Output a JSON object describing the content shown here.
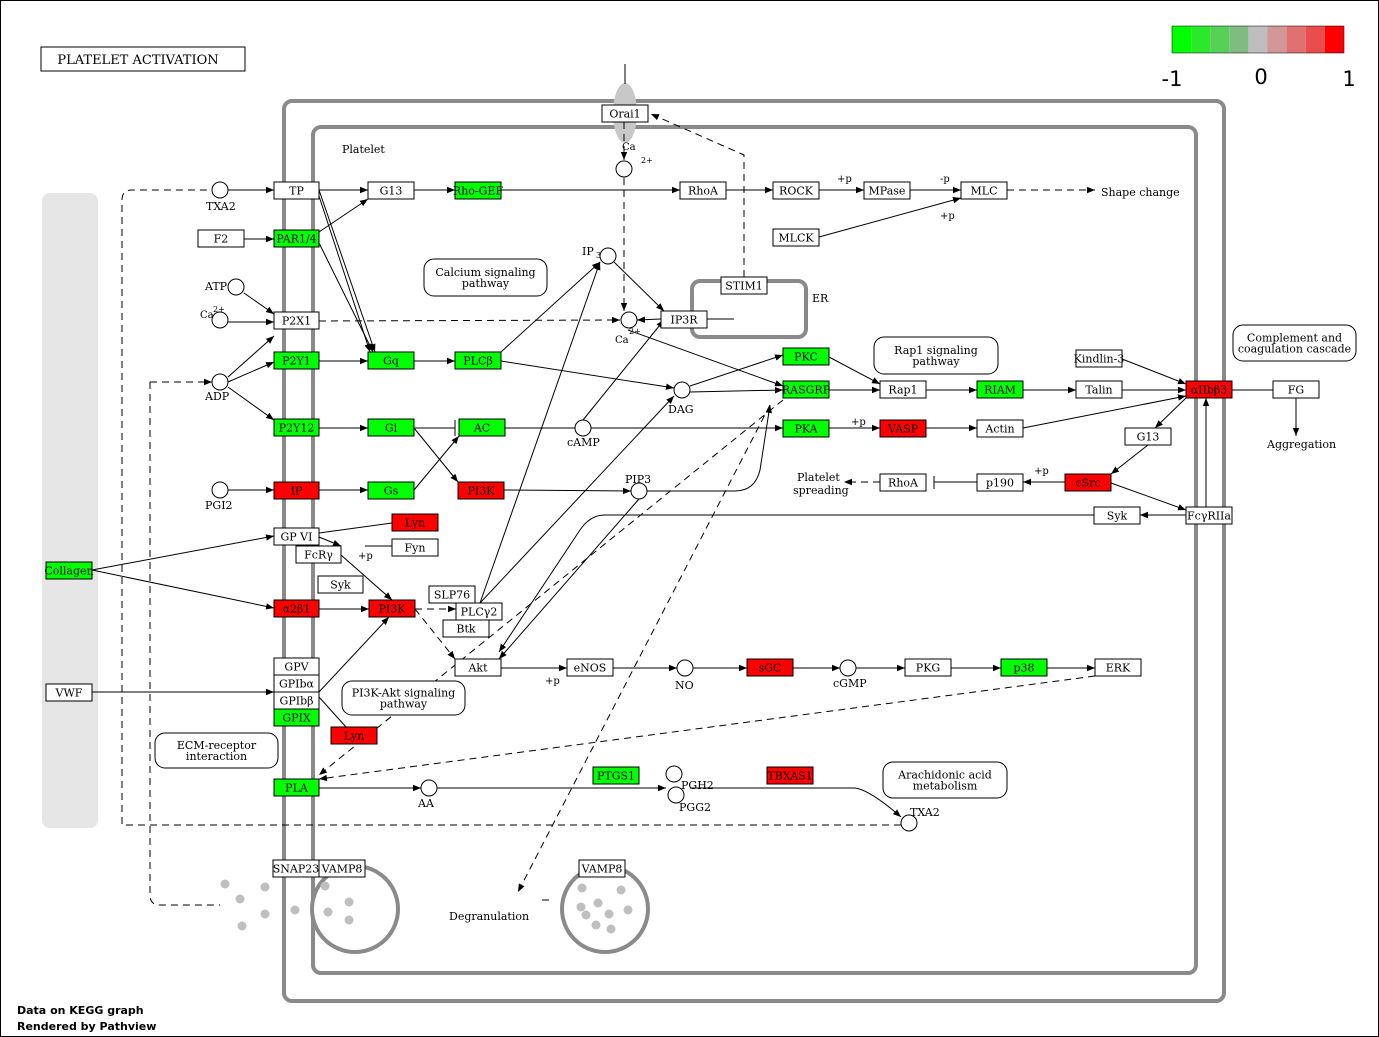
{
  "title": "PLATELET ACTIVATION",
  "legend": {
    "colors": [
      "#00ff00",
      "#2be82b",
      "#55d155",
      "#80bb80",
      "#bebebe",
      "#d49797",
      "#e07171",
      "#ea4b4b",
      "#ff0000"
    ],
    "ticks": [
      "-1",
      "0",
      "1"
    ]
  },
  "footer": {
    "line1": "Data on KEGG graph",
    "line2": "Rendered by Pathview"
  },
  "labels": {
    "platelet": "Platelet",
    "er": "ER",
    "ca_top": "Ca",
    "ca_mid": "Ca",
    "sup2plus": "2+",
    "ca_left": "Ca",
    "txa2_left": "TXA2",
    "atp": "ATP",
    "adp": "ADP",
    "pgi2": "PGI2",
    "ip3": "IP",
    "ip3_sub": "3",
    "dag": "DAG",
    "camp": "cAMP",
    "pip3": "PIP3",
    "no": "NO",
    "cgmp": "cGMP",
    "aa": "AA",
    "pgh2": "PGH2",
    "pgg2": "PGG2",
    "txa2_bottom": "TXA2",
    "shape_change": "Shape change",
    "aggregation": "Aggregation",
    "spreading1": "Platelet",
    "spreading2": "spreading",
    "degranulation": "Degranulation",
    "p_plus1": "+p",
    "p_minus": "-p",
    "p_plus2": "+p",
    "p_plus3": "+p",
    "p_plus4": "+p",
    "p_plus5": "+p",
    "p_plus6": "+p"
  },
  "pathways": {
    "calcium": [
      "Calcium signaling",
      "pathway"
    ],
    "rap1": [
      "Rap1 signaling",
      "pathway"
    ],
    "complement": [
      "Complement and",
      "coagulation cascade"
    ],
    "pi3k": [
      "PI3K-Akt signaling",
      "pathway"
    ],
    "ecm": [
      "ECM-receptor",
      "interaction"
    ],
    "arachidonic": [
      "Arachidonic acid",
      "metabolism"
    ]
  },
  "genes": {
    "orai1": "Orai1",
    "tp": "TP",
    "g13_top": "G13",
    "rhogef": "Rho-GEF",
    "rhoa_top": "RhoA",
    "rock": "ROCK",
    "mpase": "MPase",
    "mlc": "MLC",
    "f2": "F2",
    "par14": "PAR1/4",
    "mlck": "MLCK",
    "stim1": "STIM1",
    "p2x1": "P2X1",
    "ip3r": "IP3R",
    "p2y1": "P2Y1",
    "gq": "Gq",
    "plcb": "PLCβ",
    "pkc": "PKC",
    "rasgrp": "RASGRP",
    "rap1": "Rap1",
    "riam": "RIAM",
    "talin": "Talin",
    "kindlin3": "Kindlin-3",
    "aiib3": "αIIbβ3",
    "fg": "FG",
    "p2y12": "P2Y12",
    "gi": "Gi",
    "ac": "AC",
    "pka": "PKA",
    "vasp": "VASP",
    "actin": "Actin",
    "g13_right": "G13",
    "ip": "IP",
    "gs": "Gs",
    "pi3k_top": "PI3K",
    "rhoa_mid": "RhoA",
    "p190": "p190",
    "csrc": "cSrc",
    "syk_right": "Syk",
    "fcgr2a": "FcγRIIa",
    "gpvi": "GP VI",
    "lyn_top": "Lyn",
    "fcrg": "FcRγ",
    "fyn": "Fyn",
    "syk_left": "Syk",
    "collagen": "Collagen",
    "a2b1": "α2β1",
    "pi3k_mid": "PI3K",
    "slp76": "SLP76",
    "plcg2": "PLCγ2",
    "btk": "Btk",
    "akt": "Akt",
    "enos": "eNOS",
    "sgc": "sGC",
    "pkg": "PKG",
    "p38": "p38",
    "erk": "ERK",
    "gpv": "GPV",
    "gpiba": "GPIbα",
    "gpibb": "GPIbβ",
    "gpix": "GPIX",
    "vwf": "VWF",
    "lyn_bottom": "Lyn",
    "pla": "PLA",
    "ptgs1": "PTGS1",
    "tbxas1": "TBXAS1",
    "snap23": "SNAP23",
    "vamp8_left": "VAMP8",
    "vamp8_right": "VAMP8"
  },
  "colors": {
    "up": "#ff0000",
    "down": "#00ff00",
    "none": "#ffffff",
    "membrane": "#8a8a8a",
    "extracellular": "#e6e6e6",
    "granule": "#bfbfbf"
  }
}
